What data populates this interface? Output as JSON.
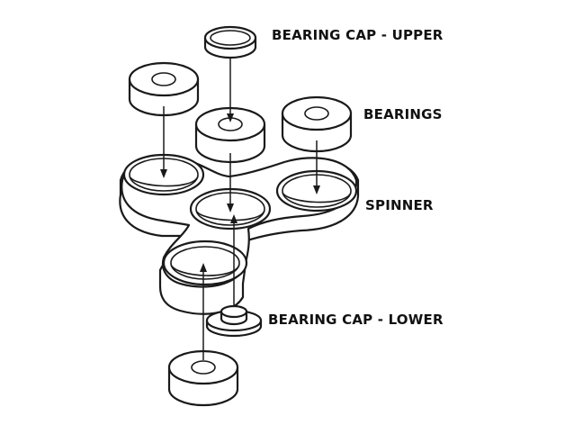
{
  "labels": {
    "cap_upper": "BEARING CAP - UPPER",
    "bearings": "BEARINGS",
    "spinner": "SPINNER",
    "cap_lower": "BEARING CAP - LOWER"
  },
  "colors": {
    "line": "#1a1a1a",
    "fill": "#ffffff"
  }
}
